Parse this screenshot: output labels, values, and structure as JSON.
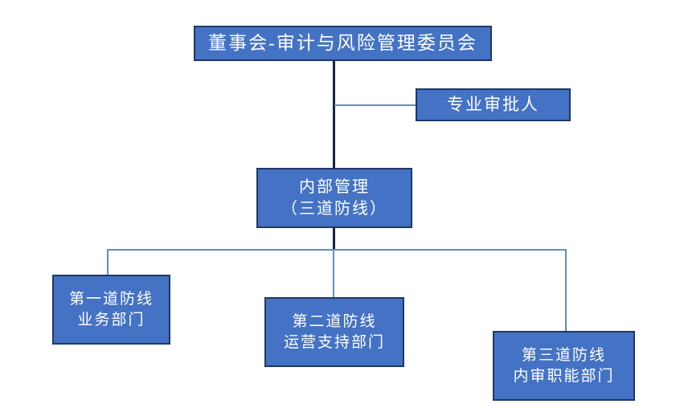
{
  "diagram": {
    "type": "org-chart",
    "background_color": "#FFFFFF",
    "node_fill_color": "#4472C4",
    "node_border_color": "#1F3864",
    "node_text_color": "#FFFFFF",
    "trunk_line_color": "#12243F",
    "bus_line_color": "#5B8FBF",
    "nodes": {
      "board": {
        "lines": [
          "董事会-审计与风险管理委员会"
        ]
      },
      "approver": {
        "lines": [
          "专业审批人"
        ]
      },
      "internal_management": {
        "lines": [
          "内部管理",
          "（三道防线）"
        ]
      },
      "line_of_defence_1": {
        "lines": [
          "第一道防线",
          "业务部门"
        ]
      },
      "line_of_defence_2": {
        "lines": [
          "第二道防线",
          "运营支持部门"
        ]
      },
      "line_of_defence_3": {
        "lines": [
          "第三道防线",
          "内审职能部门"
        ]
      }
    }
  }
}
